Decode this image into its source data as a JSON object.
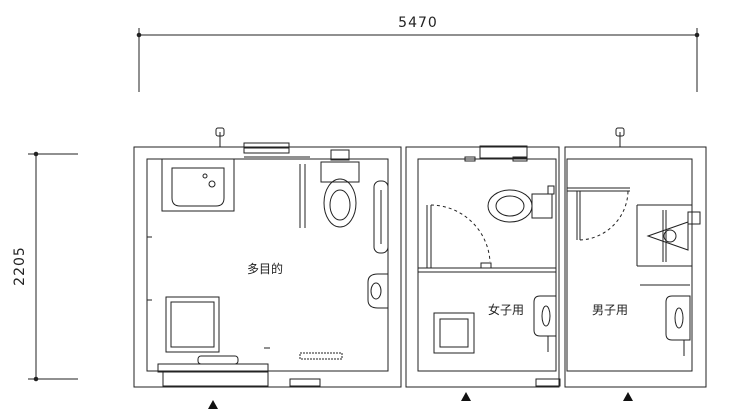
{
  "dimensions": {
    "width_label": "5470",
    "height_label": "2205"
  },
  "rooms": {
    "multipurpose": "多目的",
    "womens": "女子用",
    "mens": "男子用"
  }
}
